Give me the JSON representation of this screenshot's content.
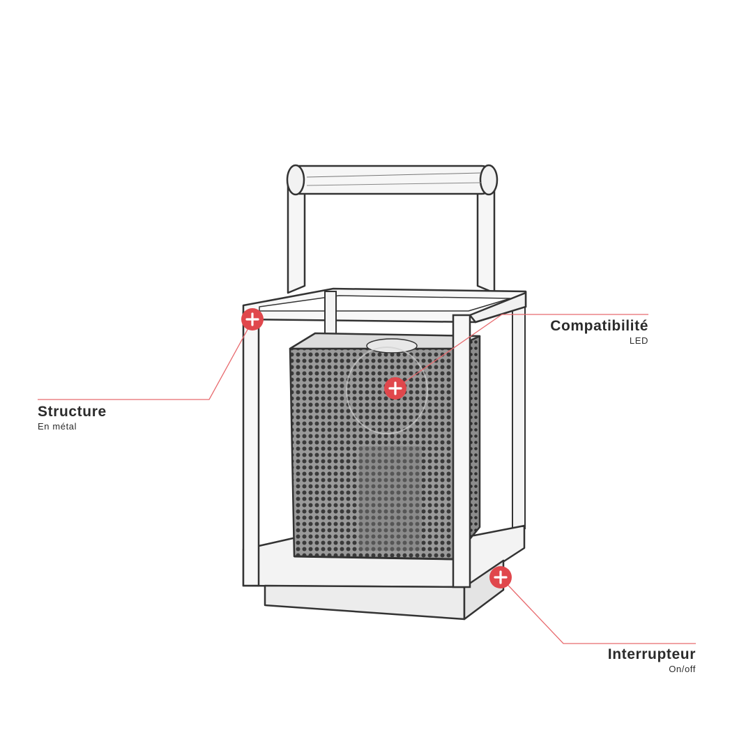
{
  "callouts": {
    "structure": {
      "title": "Structure",
      "subtitle": "En métal"
    },
    "compatibilite": {
      "title": "Compatibilité",
      "subtitle": "LED"
    },
    "interrupteur": {
      "title": "Interrupteur",
      "subtitle": "On/off"
    }
  },
  "colors": {
    "accent": "#e0474c",
    "line": "#e86a6e",
    "ink": "#2b2b2b",
    "sketch": "#333333"
  },
  "icons": {
    "hotspot": "plus-icon"
  }
}
